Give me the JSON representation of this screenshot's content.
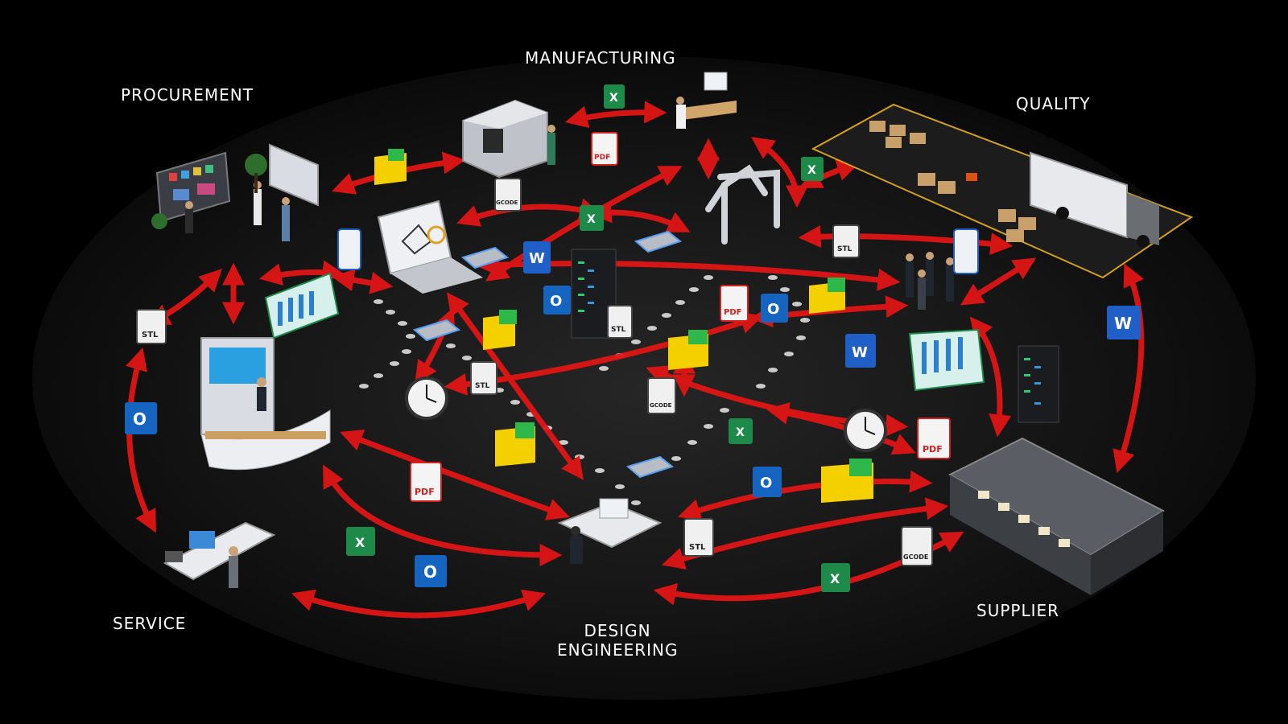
{
  "departments": {
    "procurement": "PROCUREMENT",
    "manufacturing": "MANUFACTURING",
    "quality": "QUALITY",
    "service": "SERVICE",
    "design_line1": "DESIGN",
    "design_line2": "ENGINEERING",
    "supplier": "SUPPLIER"
  },
  "file_badges": {
    "excel": "X",
    "word": "W",
    "outlook": "O",
    "pdf": "PDF",
    "stl": "STL",
    "gcode": "GCODE"
  },
  "colors": {
    "background": "#000000",
    "arrow": "#e01515",
    "label": "#ffffff",
    "excel": "#1d8a4a",
    "word": "#1f5fc7",
    "outlook": "#1565c0",
    "pdf": "#d32020",
    "cad_block": "#f5d000",
    "cad_block_accent": "#2fb84a"
  }
}
